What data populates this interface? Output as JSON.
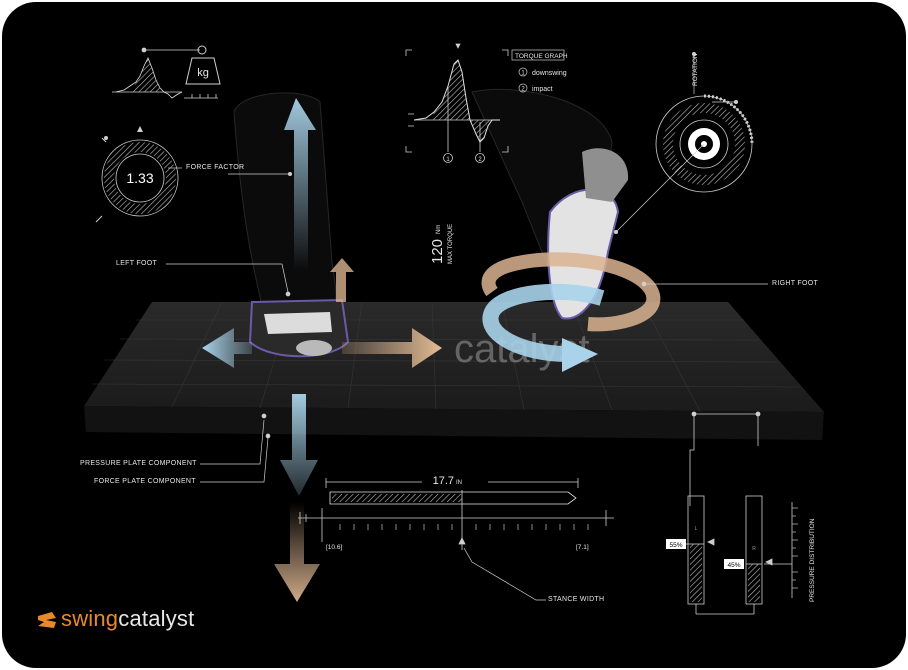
{
  "brand": {
    "part1": "swing",
    "part2": "catalyst",
    "accent": "#e8892a"
  },
  "mat_text": "catalyst",
  "hud": {
    "weight_unit": "kg",
    "torque_graph": {
      "title": "TORQUE GRAPH",
      "legend": [
        {
          "num": "1",
          "label": "downswing"
        },
        {
          "num": "2",
          "label": "impact"
        }
      ],
      "marker1": "1",
      "marker2": "2"
    },
    "max_torque_value": "120",
    "max_torque_unit": "Nm",
    "max_torque_label": "MAX TORQUE",
    "force_factor_value": "1.33",
    "force_factor_label": "FORCE FACTOR",
    "rotation_label": "ROTATION",
    "left_foot_label": "LEFT FOOT",
    "right_foot_label": "RIGHT FOOT",
    "pressure_plate_label": "PRESSURE PLATE COMPONENT",
    "force_plate_label": "FORCE PLATE COMPONENT",
    "stance_width_value": "17.7",
    "stance_width_unit": "IN",
    "stance_left": "[10.6]",
    "stance_right": "[7.1]",
    "stance_width_label": "STANCE WIDTH",
    "pressure_distribution_label": "PRESSURE DISTRIBUTION",
    "left_pct": "55%",
    "right_pct": "45%",
    "left_letter": "L",
    "right_letter": "R"
  },
  "colors": {
    "blue_arrow": "#a9d3ea",
    "tan_arrow": "#d9b390",
    "line": "#cfcfcf"
  }
}
